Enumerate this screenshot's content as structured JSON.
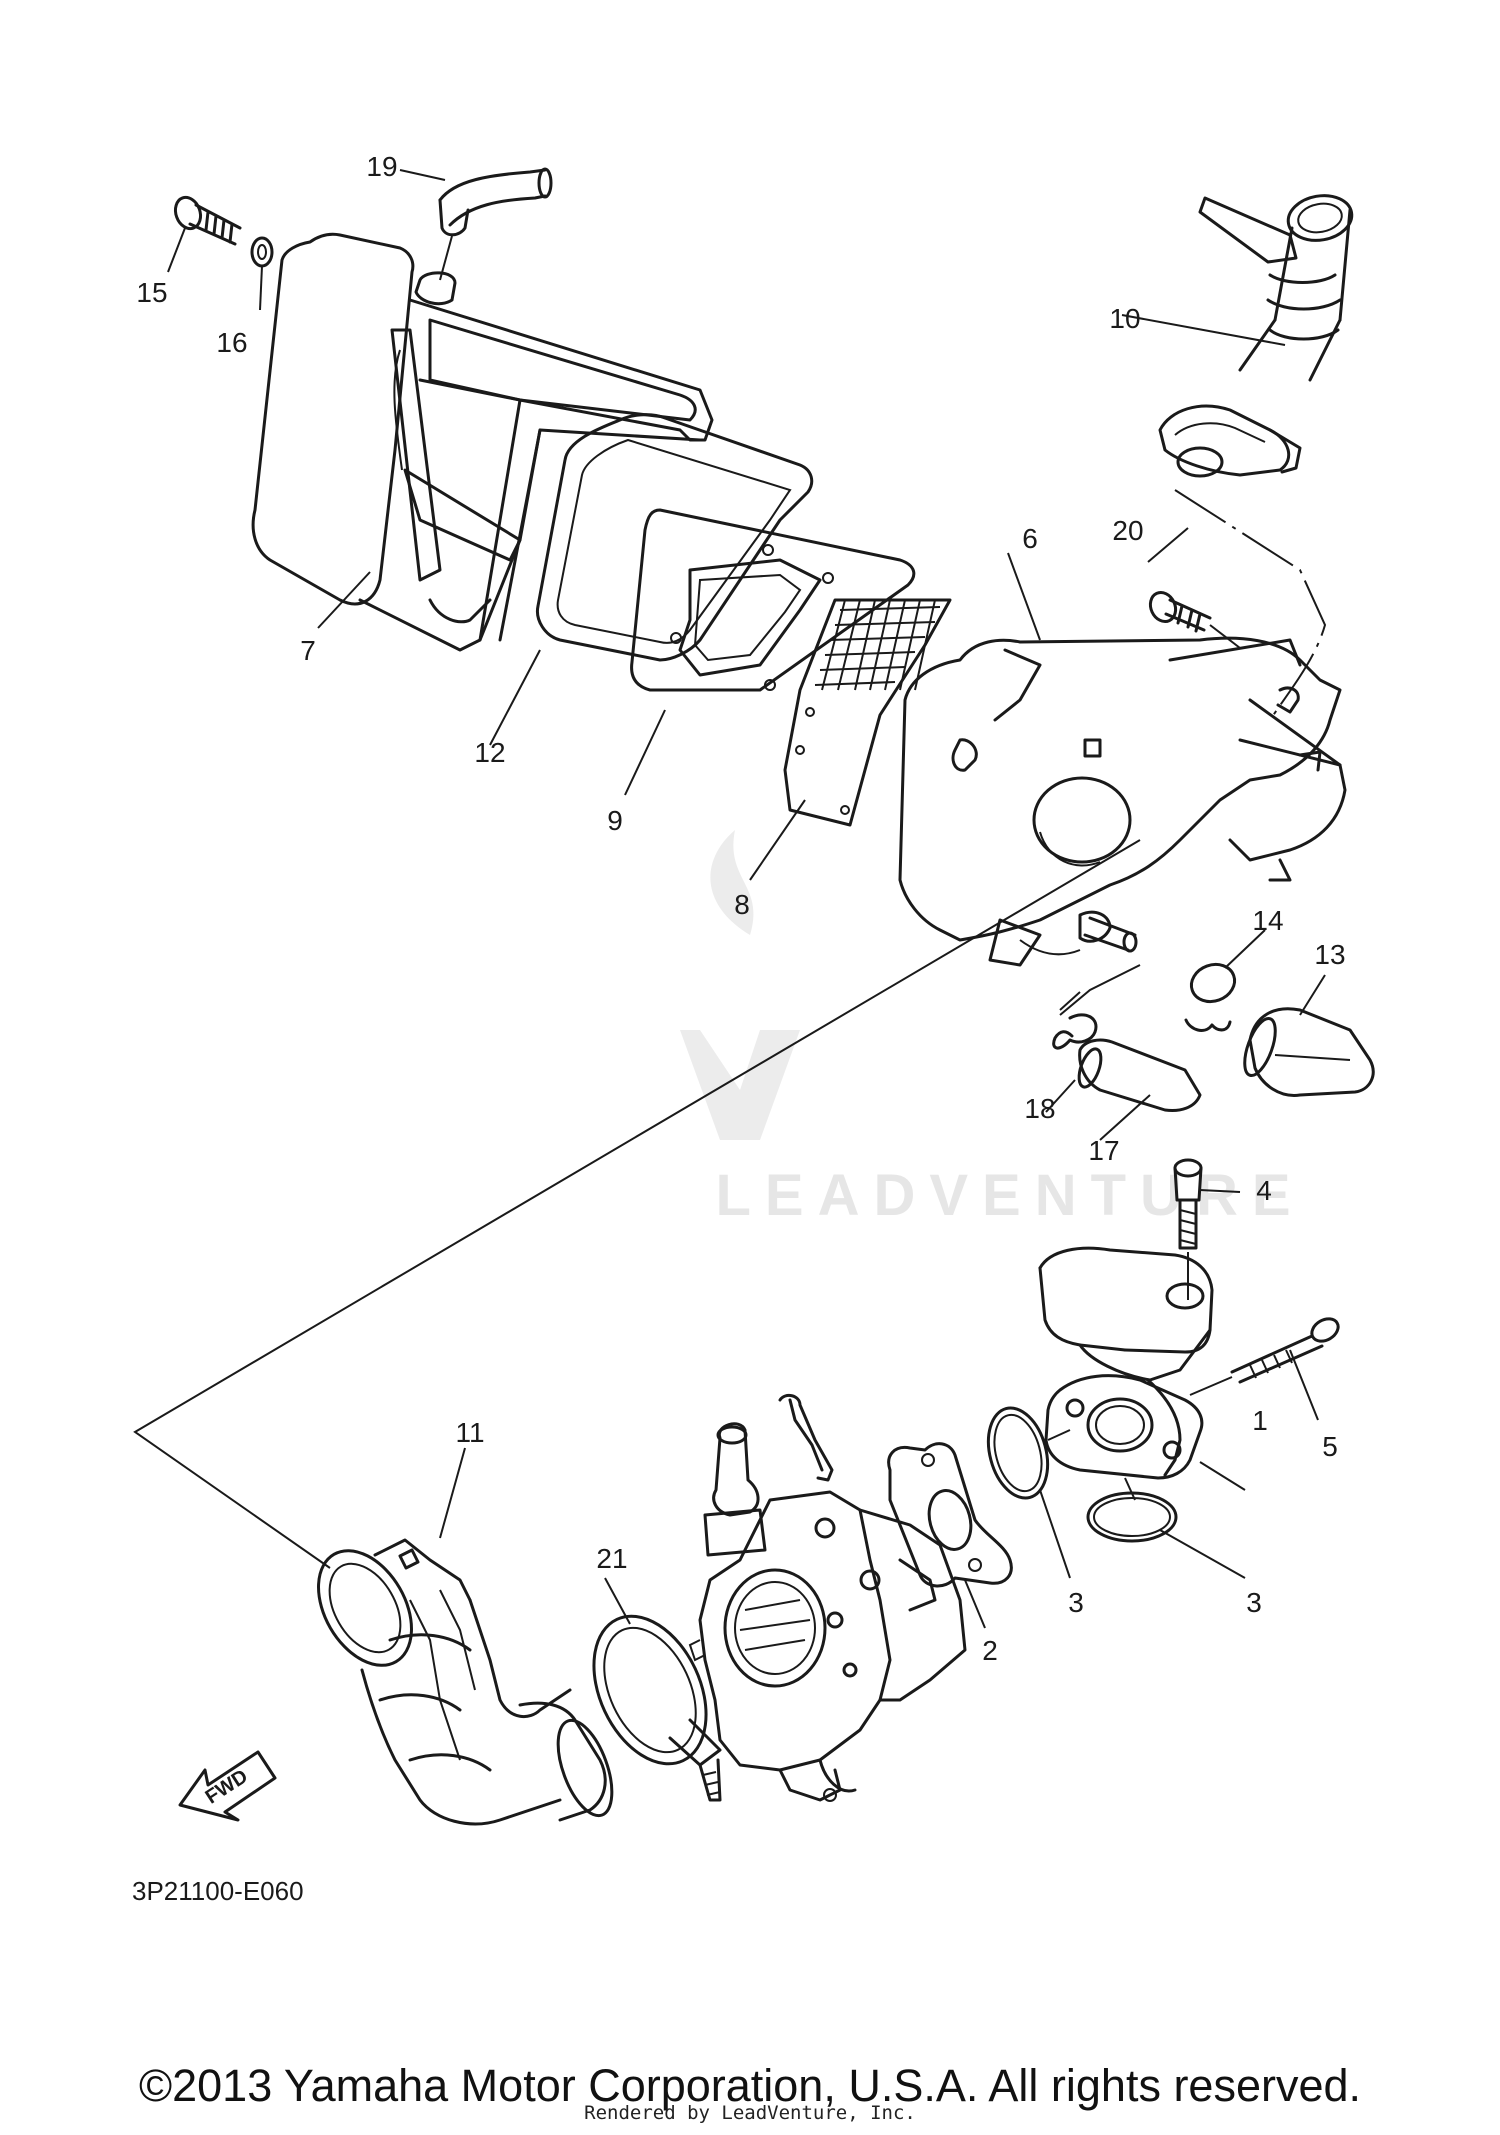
{
  "diagram": {
    "callouts": [
      "1",
      "2",
      "3",
      "3",
      "4",
      "5",
      "6",
      "7",
      "8",
      "9",
      "10",
      "11",
      "12",
      "13",
      "14",
      "15",
      "16",
      "17",
      "18",
      "19",
      "20",
      "21"
    ],
    "ref_code": "3P21100-E060",
    "fwd_label": "FWD",
    "watermark": "LEADVENTURE"
  },
  "footer": {
    "copyright": "©2013 Yamaha Motor Corporation, U.S.A. All rights reserved.",
    "rendered_by": "Rendered by LeadVenture, Inc."
  }
}
